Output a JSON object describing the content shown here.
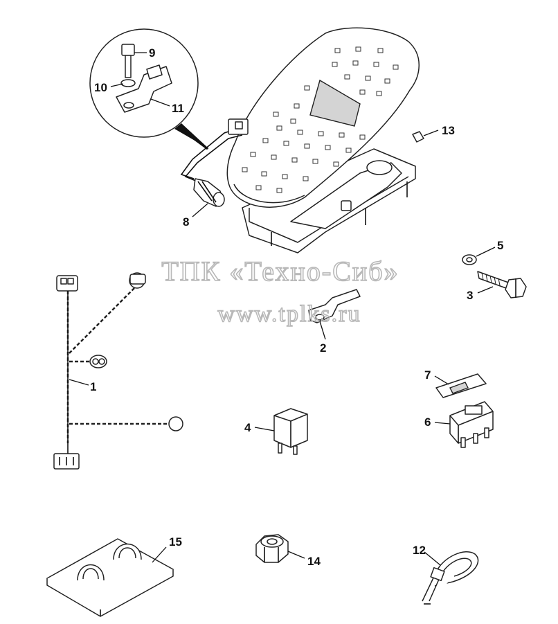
{
  "watermark": {
    "line1": "ТПК «Техно-Сиб»",
    "line2": "www.tplks.ru"
  },
  "callouts": {
    "c1": "1",
    "c2": "2",
    "c3": "3",
    "c4": "4",
    "c5": "5",
    "c6": "6",
    "c7": "7",
    "c8": "8",
    "c9": "9",
    "c10": "10",
    "c11": "11",
    "c12": "12",
    "c13": "13",
    "c14": "14",
    "c15": "15"
  }
}
